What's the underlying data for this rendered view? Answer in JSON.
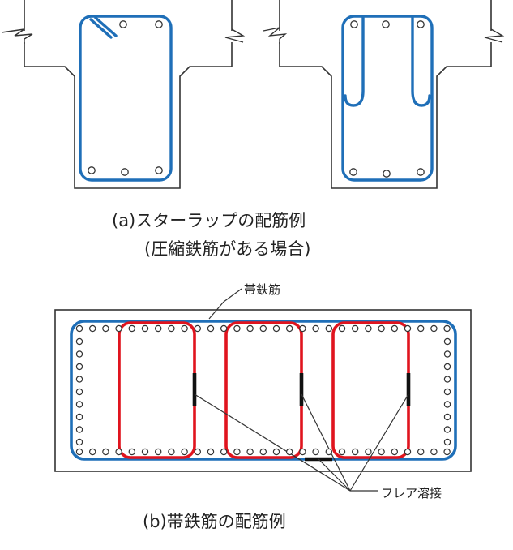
{
  "figure_a": {
    "caption_line1": "(a)スターラップの配筋例",
    "caption_line2": "(圧縮鉄筋がある場合)"
  },
  "figure_b": {
    "caption": "(b)帯鉄筋の配筋例",
    "label_hoop": "帯鉄筋",
    "label_flare_weld": "フレア溶接"
  },
  "colors": {
    "stirrup": "#1f6fb8",
    "hoop_outer": "#1f6fb8",
    "hoop_inner": "#e0141e",
    "weld": "#111111",
    "outline": "#333333"
  }
}
